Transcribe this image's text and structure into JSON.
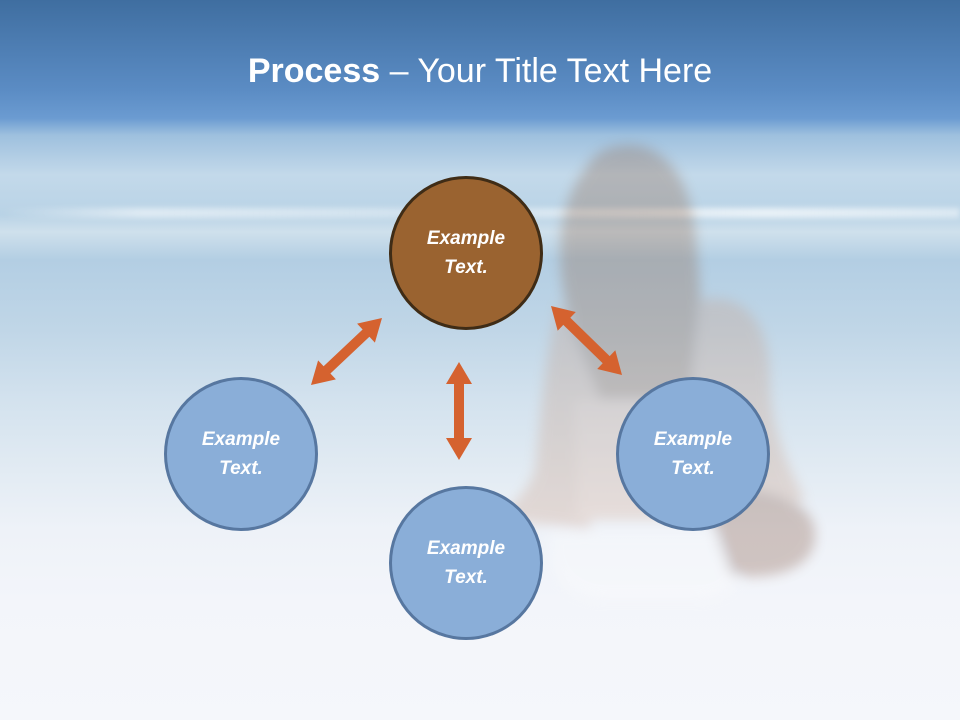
{
  "slide": {
    "title_strong": "Process",
    "title_rest": " – Your Title Text Here"
  },
  "diagram": {
    "nodes": [
      {
        "id": "top",
        "text": "Example Text.",
        "color": "#9a6330"
      },
      {
        "id": "left",
        "text": "Example Text.",
        "color": "#8aaed8"
      },
      {
        "id": "bottom",
        "text": "Example Text.",
        "color": "#8aaed8"
      },
      {
        "id": "right",
        "text": "Example Text.",
        "color": "#8aaed8"
      }
    ],
    "connections": [
      {
        "from": "top",
        "to": "left",
        "type": "bidirectional"
      },
      {
        "from": "top",
        "to": "right",
        "type": "bidirectional"
      },
      {
        "from": "top",
        "to": "bottom",
        "type": "bidirectional"
      }
    ],
    "arrow_color": "#d5622f"
  }
}
